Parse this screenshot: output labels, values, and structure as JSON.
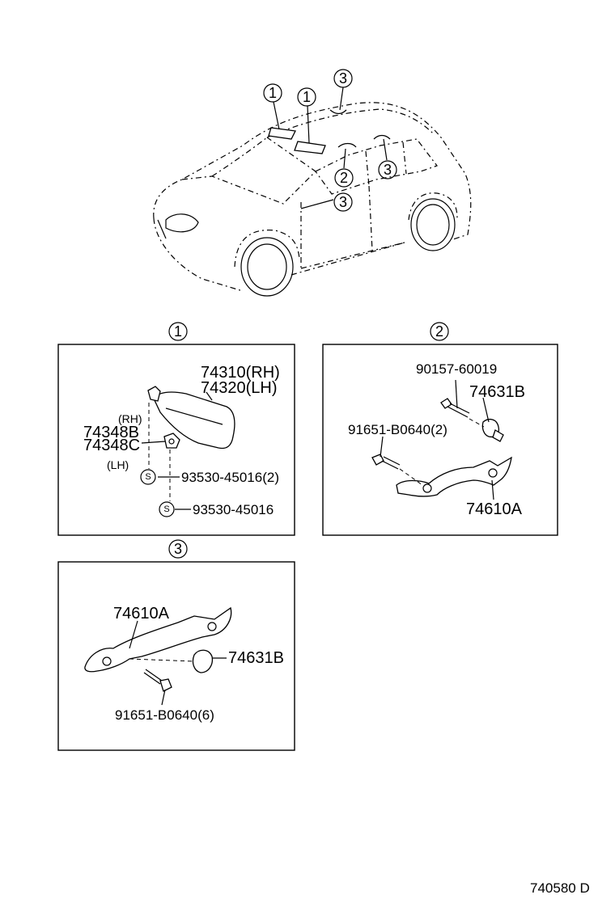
{
  "overview": {
    "callouts": [
      "1",
      "1",
      "3",
      "2",
      "3",
      "3"
    ]
  },
  "section1": {
    "number": "1",
    "labels": {
      "visor_rh": "74310(RH)",
      "visor_lh": "74320(LH)",
      "rh": "(RH)",
      "holder_b": "74348B",
      "holder_c": "74348C",
      "lh": "(LH)",
      "screw_a": "93530-45016(2)",
      "screw_b": "93530-45016",
      "s_mark": "S"
    }
  },
  "section2": {
    "number": "2",
    "labels": {
      "bolt": "90157-60019",
      "clip": "74631B",
      "screw": "91651-B0640(2)",
      "grip": "74610A"
    }
  },
  "section3": {
    "number": "3",
    "labels": {
      "grip": "74610A",
      "clip": "74631B",
      "screw": "91651-B0640(6)"
    }
  },
  "footer": {
    "diagram_code": "740580 D"
  }
}
